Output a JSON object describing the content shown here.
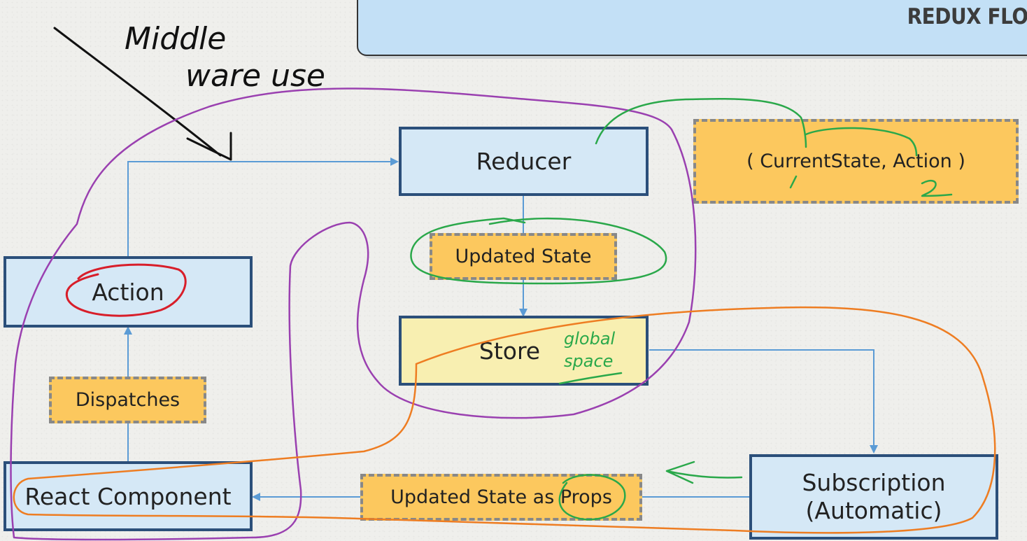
{
  "header": {
    "title": "REDUX FLOW"
  },
  "nodes": {
    "reducer": "Reducer",
    "updated_state": "Updated State",
    "store": "Store",
    "action": "Action",
    "dispatches": "Dispatches",
    "react_component": "React Component",
    "updated_state_props": "Updated State as Props",
    "subscription_line1": "Subscription",
    "subscription_line2": "(Automatic)",
    "reducer_args": "( CurrentState, Action )"
  },
  "annotations": {
    "middleware_line1": "Middle",
    "middleware_line2": "ware use",
    "global_space_line1": "global",
    "global_space_line2": "space",
    "arg_number_1": "1",
    "arg_number_2": "2"
  },
  "colors": {
    "flow_arrow": "#5b9bd5",
    "box_border": "#2b4f7a",
    "blue_fill": "#d5e8f6",
    "orange_fill": "#fcc85e",
    "store_fill": "#f8efb1",
    "ink_purple": "#9a40b0",
    "ink_orange": "#ee7d22",
    "ink_green": "#2aa84a",
    "ink_red": "#d81e2a",
    "ink_black": "#111111"
  }
}
